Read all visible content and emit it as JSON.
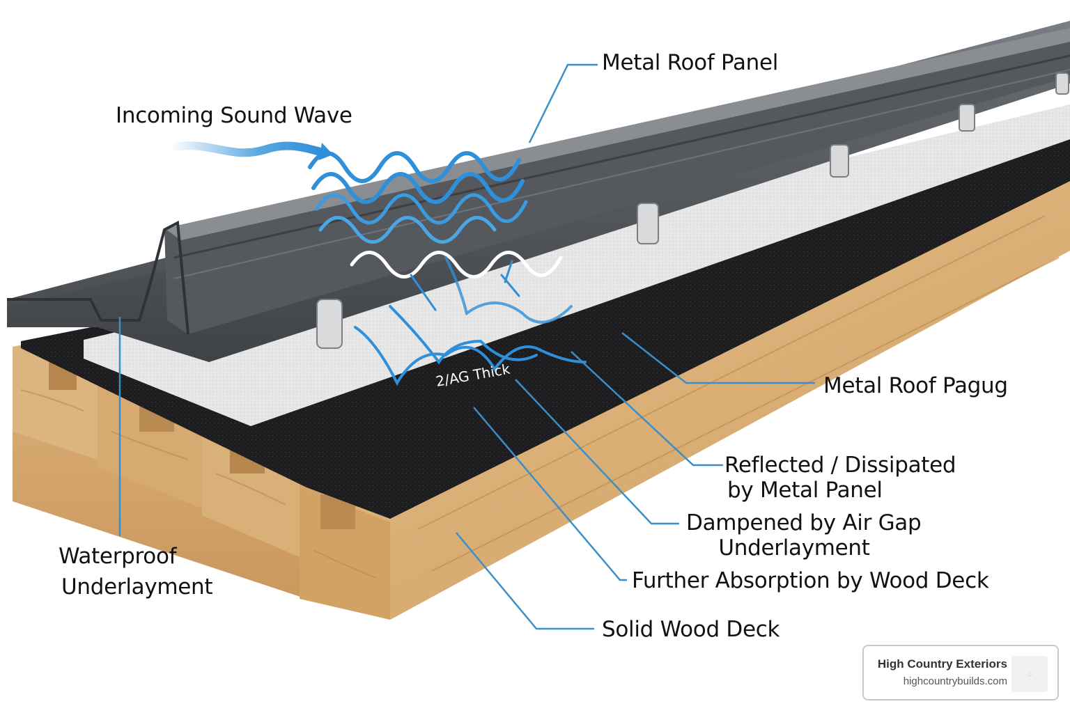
{
  "labels": {
    "metal_panel": "Metal Roof Panel",
    "incoming_wave": "Incoming Sound Wave",
    "metal_pagug": "Metal Roof Pagug",
    "reflected_l1": "Reflected / Dissipated",
    "reflected_l2": "by Metal Panel",
    "dampened_l1": "Dampened by Air Gap",
    "dampened_l2": "Underlayment",
    "absorption": "Further Absorption by Wood Deck",
    "wood_deck": "Solid Wood Deck",
    "waterproof_l1": "Waterproof",
    "waterproof_l2": "Underlayment",
    "thick_note": "2/AG Thick"
  },
  "brand": {
    "name": "High Country Exteriors",
    "url": "highcountrybuilds.com",
    "logo_icon": "logo-icon"
  },
  "colors": {
    "wave_blue": "#2f8fd8",
    "leader_blue": "#3a8fc8",
    "metal": "#5d6166",
    "underlayment": "#1c1c1c",
    "insulation": "#e3e3e3",
    "wood": "#d9b27a"
  }
}
